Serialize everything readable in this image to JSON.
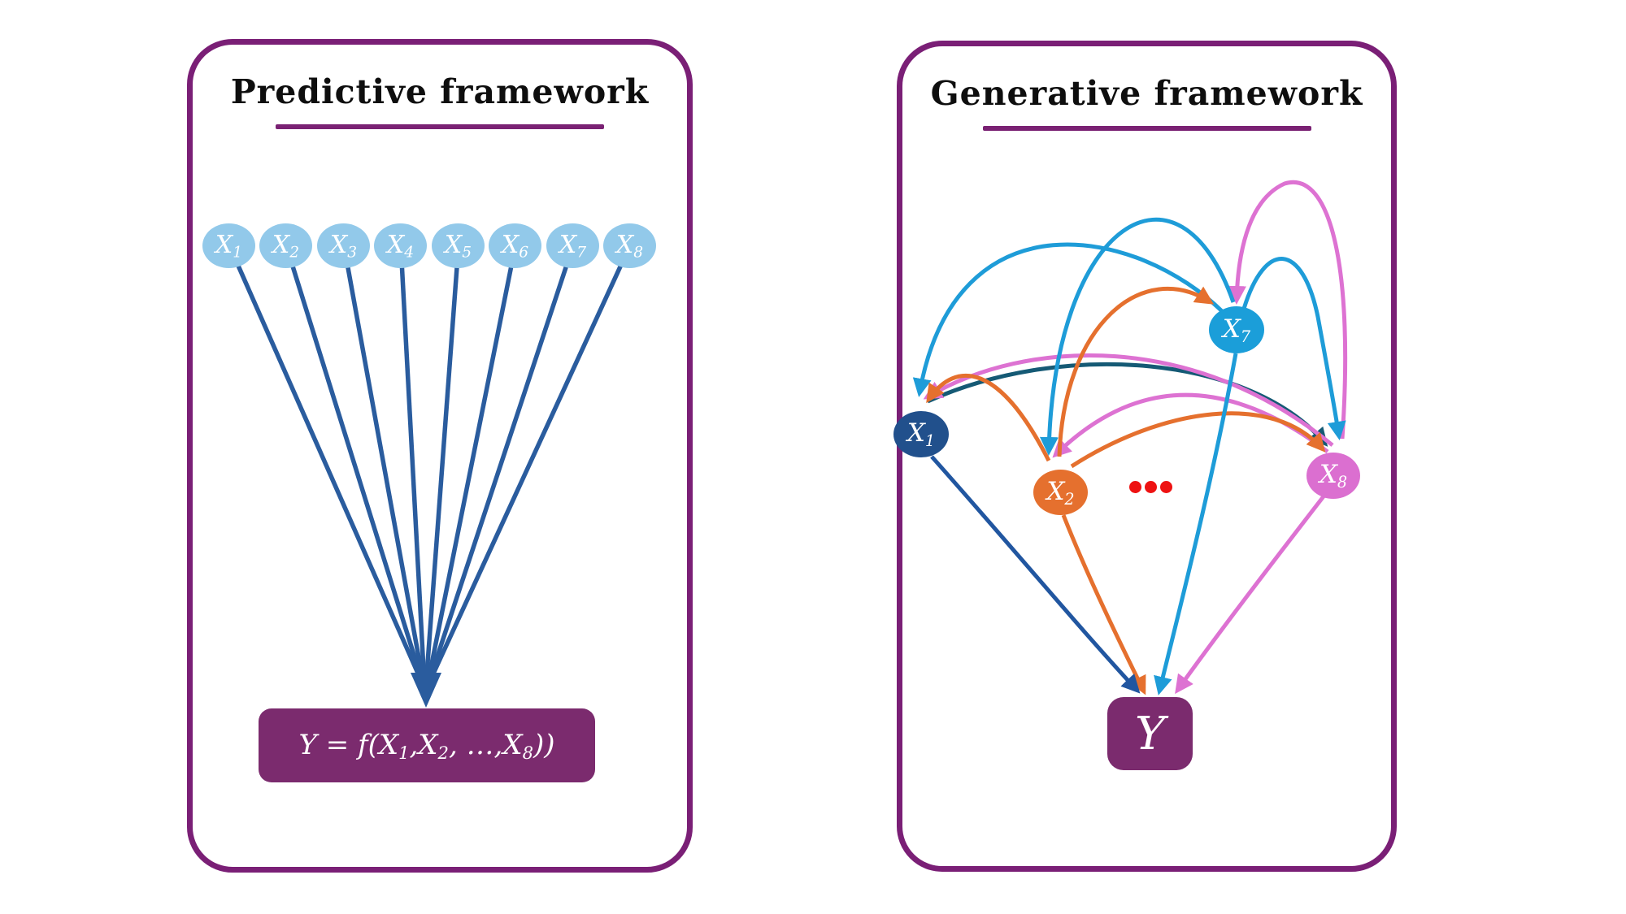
{
  "left_panel": {
    "title": "Predictive framework",
    "nodes": [
      {
        "base": "X",
        "sub": "1"
      },
      {
        "base": "X",
        "sub": "2"
      },
      {
        "base": "X",
        "sub": "3"
      },
      {
        "base": "X",
        "sub": "4"
      },
      {
        "base": "X",
        "sub": "5"
      },
      {
        "base": "X",
        "sub": "6"
      },
      {
        "base": "X",
        "sub": "7"
      },
      {
        "base": "X",
        "sub": "8"
      }
    ],
    "formula": {
      "p0": "Y = f(X",
      "s0": "1",
      "p1": ",X",
      "s1": "2",
      "p2": ", …,X",
      "s2": "8",
      "p3": "))"
    }
  },
  "right_panel": {
    "title": "Generative framework",
    "nodes": [
      {
        "id": "X1",
        "base": "X",
        "sub": "1"
      },
      {
        "id": "X2",
        "base": "X",
        "sub": "2"
      },
      {
        "id": "X7",
        "base": "X",
        "sub": "7"
      },
      {
        "id": "X8",
        "base": "X",
        "sub": "8"
      }
    ],
    "ellipsis": "...",
    "y_label": "Y",
    "edges": [
      {
        "from": "X7",
        "to": "X1",
        "color": "cyan"
      },
      {
        "from": "X7",
        "to": "X2",
        "color": "cyan"
      },
      {
        "from": "X7",
        "to": "X8",
        "color": "cyan"
      },
      {
        "from": "X7",
        "to": "Y",
        "color": "cyan"
      },
      {
        "from": "X2",
        "to": "X7",
        "color": "orange"
      },
      {
        "from": "X2",
        "to": "X1",
        "color": "orange"
      },
      {
        "from": "X2",
        "to": "X8",
        "color": "orange"
      },
      {
        "from": "X2",
        "to": "Y",
        "color": "orange"
      },
      {
        "from": "X8",
        "to": "X7",
        "color": "magenta"
      },
      {
        "from": "X8",
        "to": "X2",
        "color": "magenta"
      },
      {
        "from": "X8",
        "to": "X1",
        "color": "magenta"
      },
      {
        "from": "X8",
        "to": "Y",
        "color": "magenta"
      },
      {
        "from": "X1",
        "to": "X8",
        "color": "teal"
      },
      {
        "from": "X1",
        "to": "Y",
        "color": "navy"
      }
    ]
  },
  "colors": {
    "background": "#FFFFFF",
    "panel_border": "#7A1F76",
    "title_underline": "#7A2173",
    "title_text": "#0E0E0E",
    "box_fill": "#7B2B6E",
    "input_node_fill": "#92C9EA",
    "predict_line": "#2A5C9E",
    "x1_fill": "#21508C",
    "x2_fill": "#E5702E",
    "x7_fill": "#1B9ED9",
    "x8_fill": "#DB6FD0",
    "edge_cyan": "#1E9CD8",
    "edge_orange": "#E5702E",
    "edge_magenta": "#DD72D2",
    "edge_teal": "#155A75",
    "edge_navy": "#2156A0",
    "dots_red": "#EE1212"
  }
}
